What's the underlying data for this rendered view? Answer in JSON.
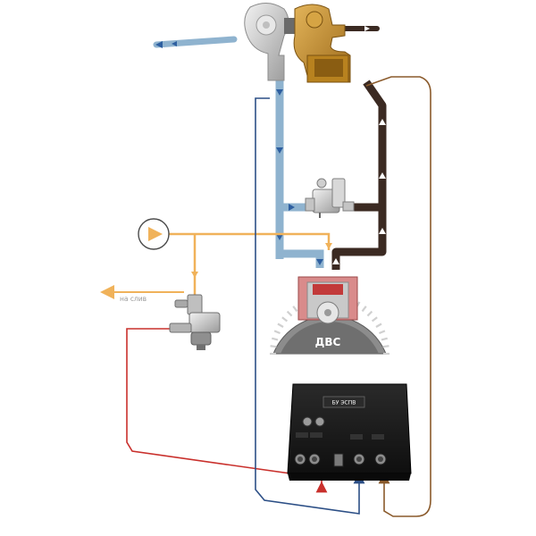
{
  "labels": {
    "drain": "на слив",
    "engine": "ДВС",
    "controller": "БУ ЭСПВ"
  },
  "controller_ports": [
    "",
    "",
    "",
    "",
    ""
  ],
  "colors": {
    "intake_air": "#8fb3cf",
    "exhaust": "#3b2a22",
    "fuel": "#f0b25a",
    "signal_red": "#c9302c",
    "signal_blue": "#2c4f86",
    "signal_brown": "#8a5a2b",
    "flow_arrow_blue": "#2e5fa0",
    "controller_body": "#1b1b1b",
    "turbo_housing": "#c8922e",
    "engine_red": "#c23a3a"
  },
  "icons": [
    "turbocharger-icon",
    "bypass-valve-icon",
    "fuel-pump-icon",
    "fuel-injector-icon",
    "engine-icon",
    "controller-unit-icon"
  ]
}
